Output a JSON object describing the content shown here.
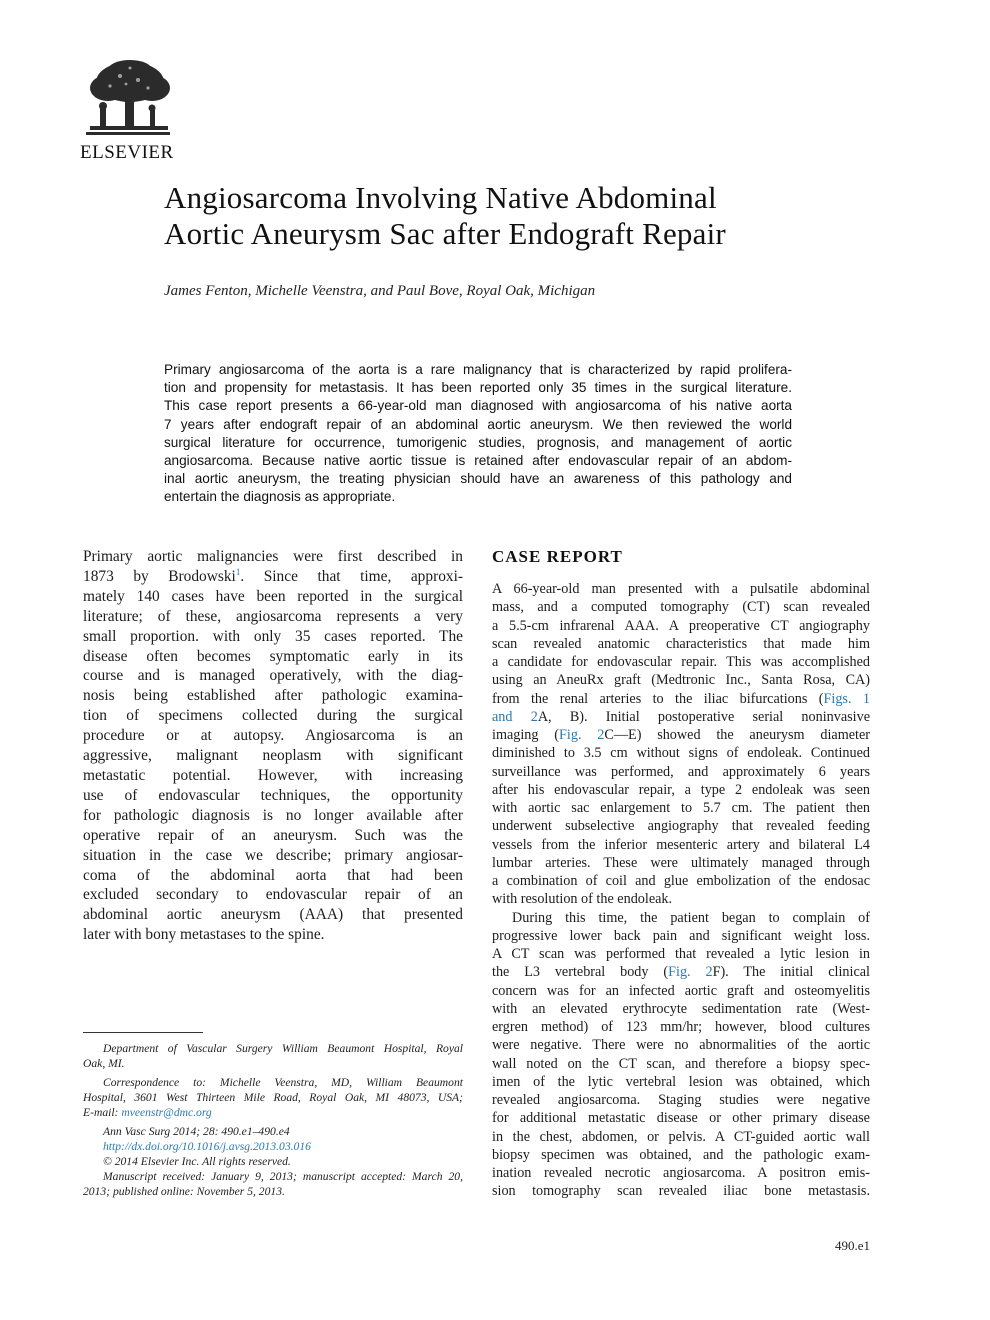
{
  "publisher": {
    "name": "ELSEVIER"
  },
  "article": {
    "title_lines": [
      "Angiosarcoma Involving Native Abdominal",
      "Aortic Aneurysm Sac after Endograft Repair"
    ],
    "authors": "James Fenton, Michelle Veenstra, and Paul Bove, Royal Oak, Michigan"
  },
  "abstract_lines": [
    "Primary angiosarcoma of the aorta is a rare malignancy that is characterized by rapid prolifera-",
    "tion and propensity for metastasis. It has been reported only 35 times in the surgical literature.",
    "This case report presents a 66-year-old man diagnosed with angiosarcoma of his native aorta",
    "7 years after endograft repair of an abdominal aortic aneurysm. We then reviewed the world",
    "surgical literature for occurrence, tumorigenic studies, prognosis, and management of aortic",
    "angiosarcoma. Because native aortic tissue is retained after endovascular repair of an abdom-",
    "inal aortic aneurysm, the treating physician should have an awareness of this pathology and",
    "entertain the diagnosis as appropriate."
  ],
  "intro": {
    "line1": "Primary aortic malignancies were first described in",
    "line2_pre": "1873 by Brodowski",
    "line2_ref": "1",
    "line2_post": ". Since that time, approxi-",
    "lines": [
      "mately 140 cases have been reported in the surgical",
      "literature; of these, angiosarcoma represents a very",
      "small proportion. with only 35 cases reported. The",
      "disease often becomes symptomatic early in its",
      "course and is managed operatively, with the diag-",
      "nosis being established after pathologic examina-",
      "tion of specimens collected during the surgical",
      "procedure or at autopsy. Angiosarcoma is an",
      "aggressive, malignant neoplasm with significant",
      "metastatic potential. However, with increasing",
      "use of endovascular techniques, the opportunity",
      "for pathologic diagnosis is no longer available after",
      "operative repair of an aneurysm. Such was the",
      "situation in the case we describe; primary angiosar-",
      "coma of the abdominal aorta that had been",
      "excluded secondary to endovascular repair of an",
      "abdominal aortic aneurysm (AAA) that presented",
      "later with bony metastases to the spine."
    ]
  },
  "footnotes": {
    "affil_1": "Department of Vascular Surgery William Beaumont Hospital, Royal",
    "affil_2": "Oak, MI.",
    "corr_1": "Correspondence to: Michelle Veenstra, MD, William Beaumont",
    "corr_2": "Hospital, 3601 West Thirteen Mile Road, Royal Oak, MI 48073, USA;",
    "corr_email_label": "E-mail: ",
    "corr_email": "mveenstr@dmc.org",
    "journal": "Ann Vasc Surg 2014; 28: 490.e1–490.e4",
    "doi": "http://dx.doi.org/10.1016/j.avsg.2013.03.016",
    "copyright": "© 2014 Elsevier Inc. All rights reserved.",
    "dates_1": "Manuscript received: January 9, 2013; manuscript accepted: March 20,",
    "dates_2": "2013; published online: November 5, 2013."
  },
  "case_report": {
    "heading": "CASE REPORT",
    "p1_lines_a": [
      "A 66-year-old man presented with a pulsatile abdominal",
      "mass, and a computed tomography (CT) scan revealed",
      "a 5.5-cm infrarenal AAA. A preoperative CT angiography",
      "scan revealed anatomic characteristics that made him",
      "a candidate for endovascular repair. This was accomplished",
      "using an AneuRx graft (Medtronic Inc., Santa Rosa, CA)"
    ],
    "p1_l7_pre": "from the renal arteries to the iliac bifurcations (",
    "p1_l7_link": "Figs. 1",
    "p1_l8_link_a": "and",
    "p1_l8_link_b": "2",
    "p1_l8_post": "A, B). Initial postoperative serial noninvasive",
    "p1_l9_pre": "imaging (",
    "p1_l9_link": "Fig. 2",
    "p1_l9_post": "C—E) showed the aneurysm diameter",
    "p1_lines_b": [
      "diminished to 3.5 cm without signs of endoleak. Continued",
      "surveillance was performed, and approximately 6 years",
      "after his endovascular repair, a type 2 endoleak was seen",
      "with aortic sac enlargement to 5.7 cm. The patient then",
      "underwent subselective angiography that revealed feeding",
      "vessels from the inferior mesenteric artery and bilateral L4",
      "lumbar arteries. These were ultimately managed through",
      "a combination of coil and glue embolization of the endosac",
      "with resolution of the endoleak."
    ],
    "p2_lines_a": [
      "During this time, the patient began to complain of",
      "progressive lower back pain and significant weight loss.",
      "A CT scan was performed that revealed a lytic lesion in"
    ],
    "p2_l4_pre": "the L3 vertebral body (",
    "p2_l4_link": "Fig. 2",
    "p2_l4_post": "F). The initial clinical",
    "p2_lines_b": [
      "concern was for an infected aortic graft and osteomyelitis",
      "with an elevated erythrocyte sedimentation rate (West-",
      "ergren method) of 123 mm/hr; however, blood cultures",
      "were negative. There were no abnormalities of the aortic",
      "wall noted on the CT scan, and therefore a biopsy spec-",
      "imen of the lytic vertebral lesion was obtained, which",
      "revealed angiosarcoma. Staging studies were negative",
      "for additional metastatic disease or other primary disease",
      "in the chest, abdomen, or pelvis. A CT-guided aortic wall",
      "biopsy specimen was obtained, and the pathologic exam-",
      "ination revealed necrotic angiosarcoma. A positron emis-",
      "sion tomography scan revealed iliac bone metastasis."
    ]
  },
  "page_number": "490.e1",
  "colors": {
    "link": "#2a7ab0",
    "text": "#1a1a1a"
  }
}
